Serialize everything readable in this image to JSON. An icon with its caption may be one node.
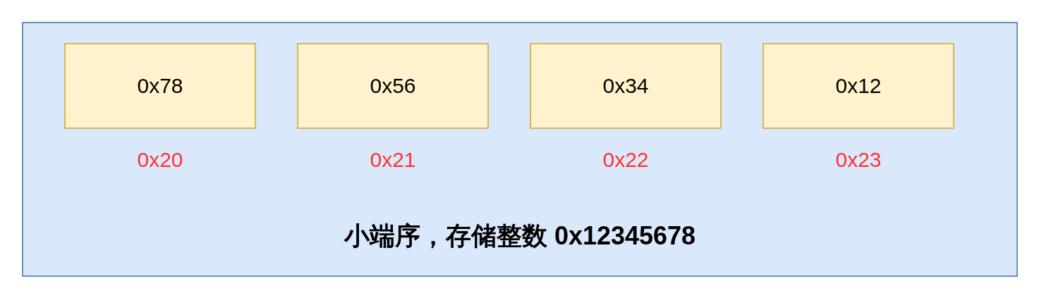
{
  "diagram": {
    "nodes": [
      {
        "text": [
          "小端序，存储整数 0x12345678"
        ]
      },
      {
        "text": [
          "0x78"
        ],
        "in": 0,
        "beside": [
          "0x20"
        ]
      },
      {
        "text": [
          "0x56"
        ],
        "in": 0,
        "beside": [
          "0x21"
        ]
      },
      {
        "text": [
          "0x34"
        ],
        "in": 0,
        "beside": [
          "0x22"
        ]
      },
      {
        "text": [
          "0x12"
        ],
        "in": 0,
        "beside": [
          "0x23"
        ]
      }
    ]
  }
}
